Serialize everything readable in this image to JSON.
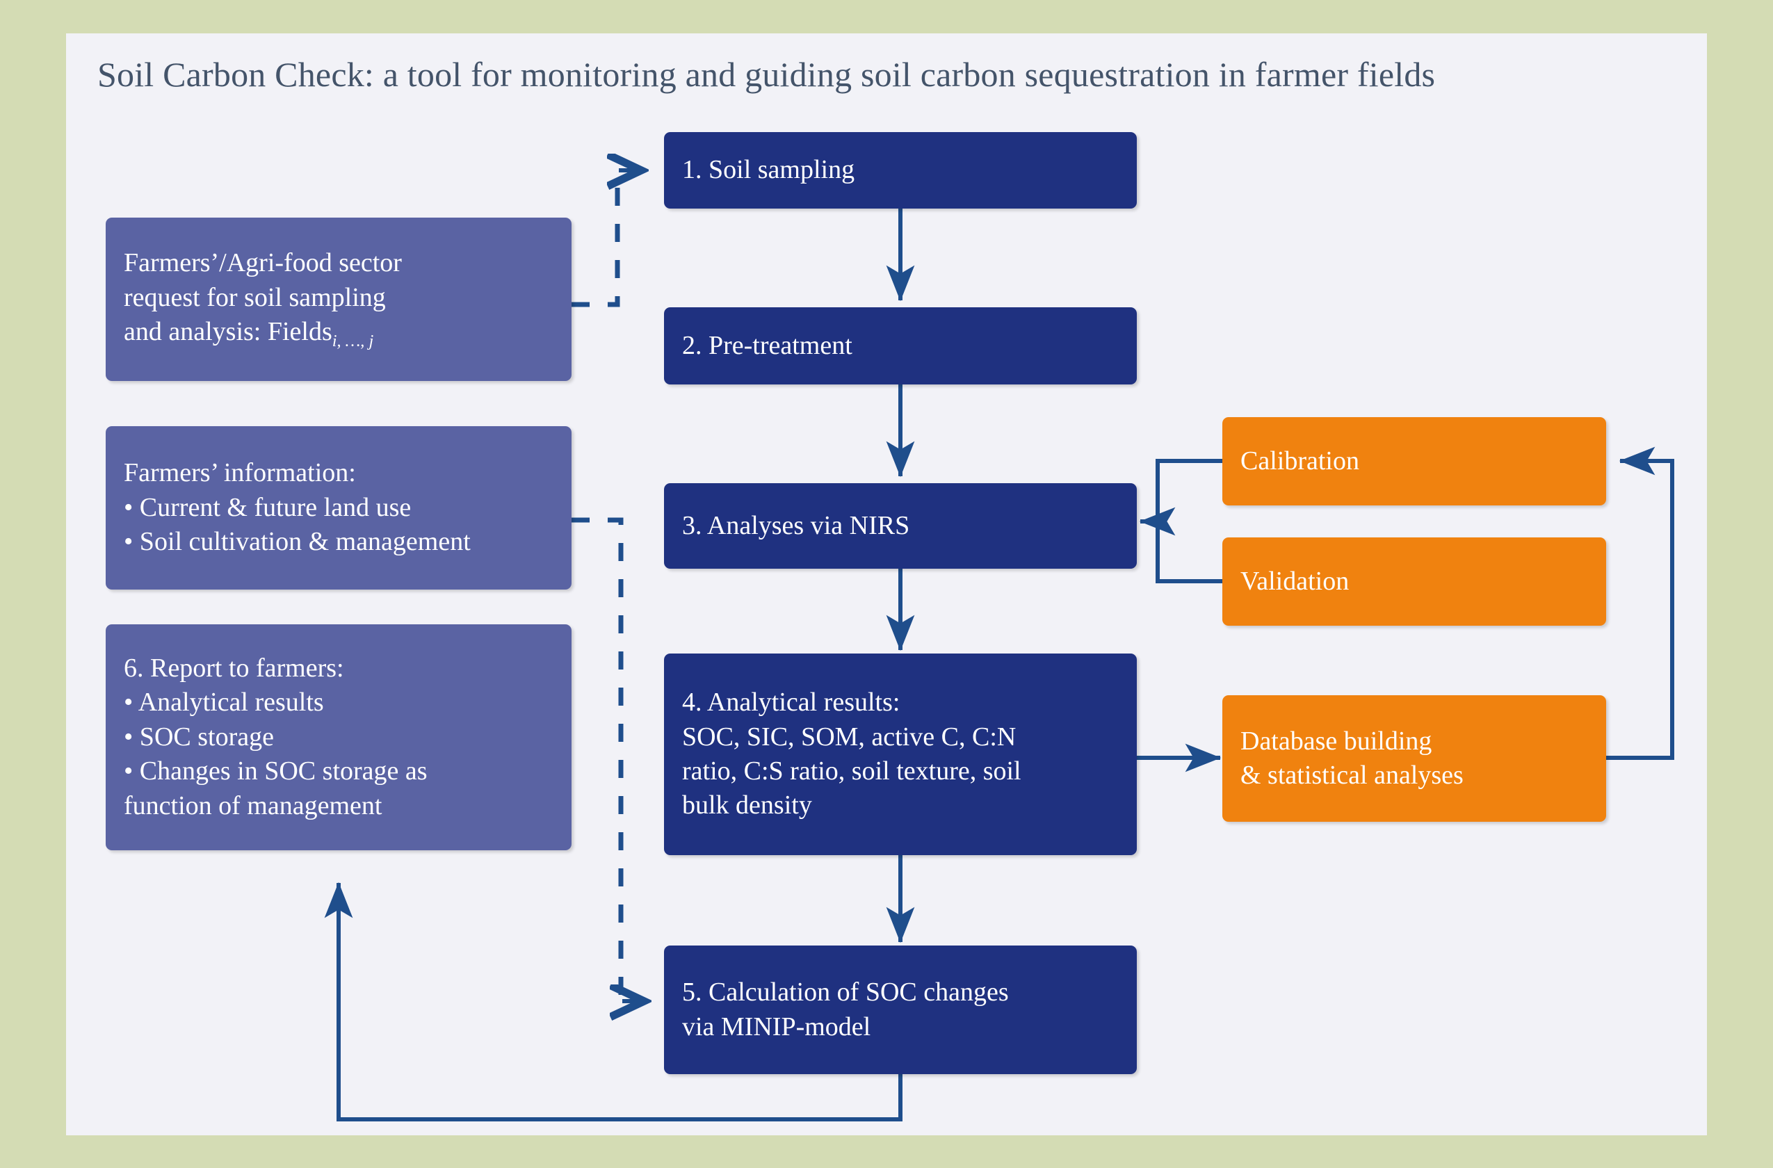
{
  "meta": {
    "title": "Soil Carbon Check:  a tool for monitoring and guiding soil carbon sequestration in farmer fields"
  },
  "colors": {
    "page_background": "#d4dcb4",
    "canvas_background": "#f2f2f7",
    "process_blue": "#1f3180",
    "input_purple": "#5a63a3",
    "support_orange": "#f0820f",
    "connector_blue": "#1f4e8c",
    "title_text": "#44546a",
    "node_text": "#ffffff"
  },
  "process_nodes": [
    {
      "id": "step1",
      "label": "1. Soil sampling"
    },
    {
      "id": "step2",
      "label": "2. Pre-treatment"
    },
    {
      "id": "step3",
      "label": "3. Analyses via NIRS"
    },
    {
      "id": "step4",
      "label": "4. Analytical results:\nSOC, SIC, SOM, active C, C:N\nratio, C:S ratio, soil texture, soil\nbulk density"
    },
    {
      "id": "step5",
      "label": "5. Calculation of SOC changes\nvia MINIP-model"
    }
  ],
  "input_nodes": [
    {
      "id": "request",
      "line1": "Farmers’/Agri-food sector",
      "line2": "request for soil sampling",
      "line3": "and analysis: Fields",
      "subscript": "i, …, j"
    },
    {
      "id": "farmer-info",
      "label": "Farmers’ information:\n• Current & future land use\n• Soil cultivation & management"
    },
    {
      "id": "report",
      "label": "6. Report to farmers:\n• Analytical results\n• SOC storage\n• Changes in SOC storage as\n   function of management"
    }
  ],
  "support_nodes": [
    {
      "id": "calibration",
      "label": "Calibration"
    },
    {
      "id": "validation",
      "label": "Validation"
    },
    {
      "id": "database",
      "label": "Database building\n& statistical analyses"
    }
  ],
  "connectors": [
    {
      "id": "step1-to-step2",
      "style": "solid",
      "arrow": "filled"
    },
    {
      "id": "step2-to-step3",
      "style": "solid",
      "arrow": "filled"
    },
    {
      "id": "step3-to-step4",
      "style": "solid",
      "arrow": "filled"
    },
    {
      "id": "step4-to-step5",
      "style": "solid",
      "arrow": "filled"
    },
    {
      "id": "request-to-step1",
      "style": "dashed",
      "arrow": "open"
    },
    {
      "id": "farmerinfo-to-step5",
      "style": "dashed",
      "arrow": "open"
    },
    {
      "id": "calval-to-step3",
      "style": "solid",
      "arrow": "filled"
    },
    {
      "id": "step4-to-database",
      "style": "solid",
      "arrow": "filled"
    },
    {
      "id": "database-to-calibration",
      "style": "solid",
      "arrow": "filled"
    },
    {
      "id": "step5-to-report",
      "style": "solid",
      "arrow": "filled"
    }
  ]
}
